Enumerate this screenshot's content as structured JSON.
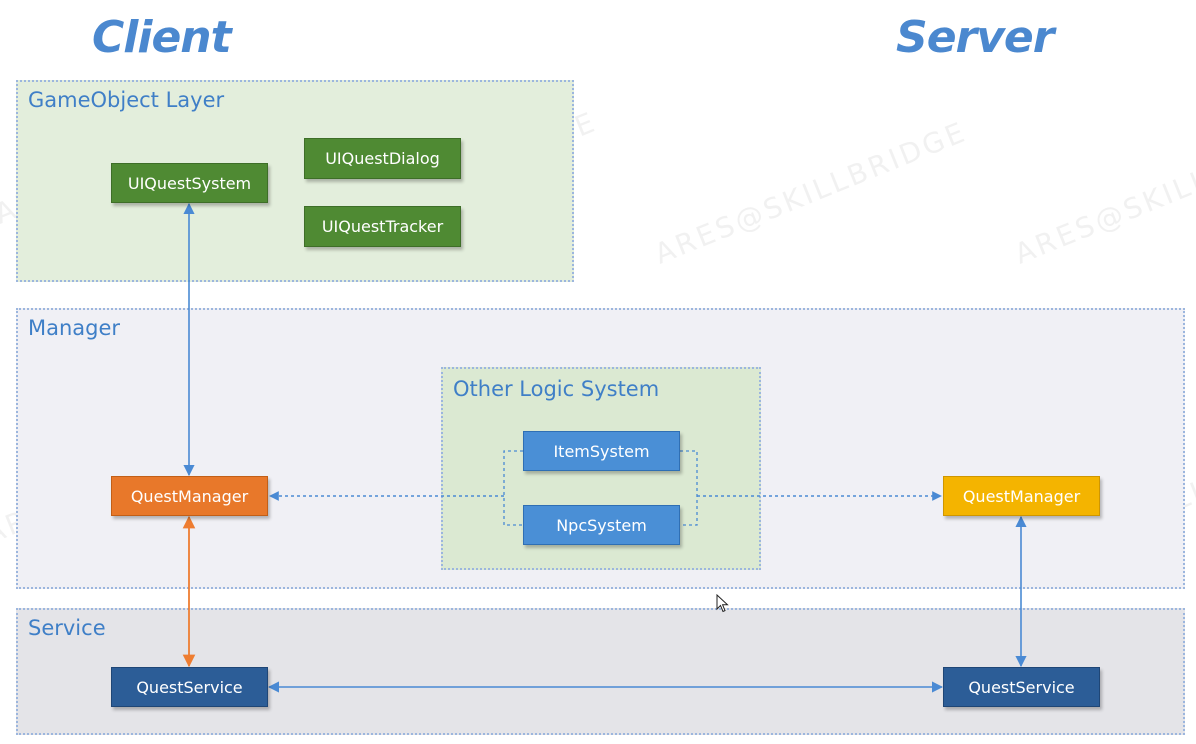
{
  "headings": {
    "client": "Client",
    "server": "Server"
  },
  "layers": {
    "gameobject": "GameObject Layer",
    "manager": "Manager",
    "other_logic": "Other Logic System",
    "service": "Service"
  },
  "nodes": {
    "ui_quest_system": "UIQuestSystem",
    "ui_quest_dialog": "UIQuestDialog",
    "ui_quest_tracker": "UIQuestTracker",
    "client_quest_manager": "QuestManager",
    "item_system": "ItemSystem",
    "npc_system": "NpcSystem",
    "server_quest_manager": "QuestManager",
    "client_quest_service": "QuestService",
    "server_quest_service": "QuestService"
  },
  "watermark": "ARES@SKILLBRIDGE",
  "colors": {
    "heading": "#4b88cf",
    "ui_green": "#4f8a33",
    "logic_blue": "#4a8fd6",
    "client_manager_orange": "#e8782a",
    "server_manager_gold": "#f4b400",
    "service_navy": "#2c5d97",
    "arrow_blue": "#4a8ad4",
    "arrow_orange": "#ee7d31"
  }
}
